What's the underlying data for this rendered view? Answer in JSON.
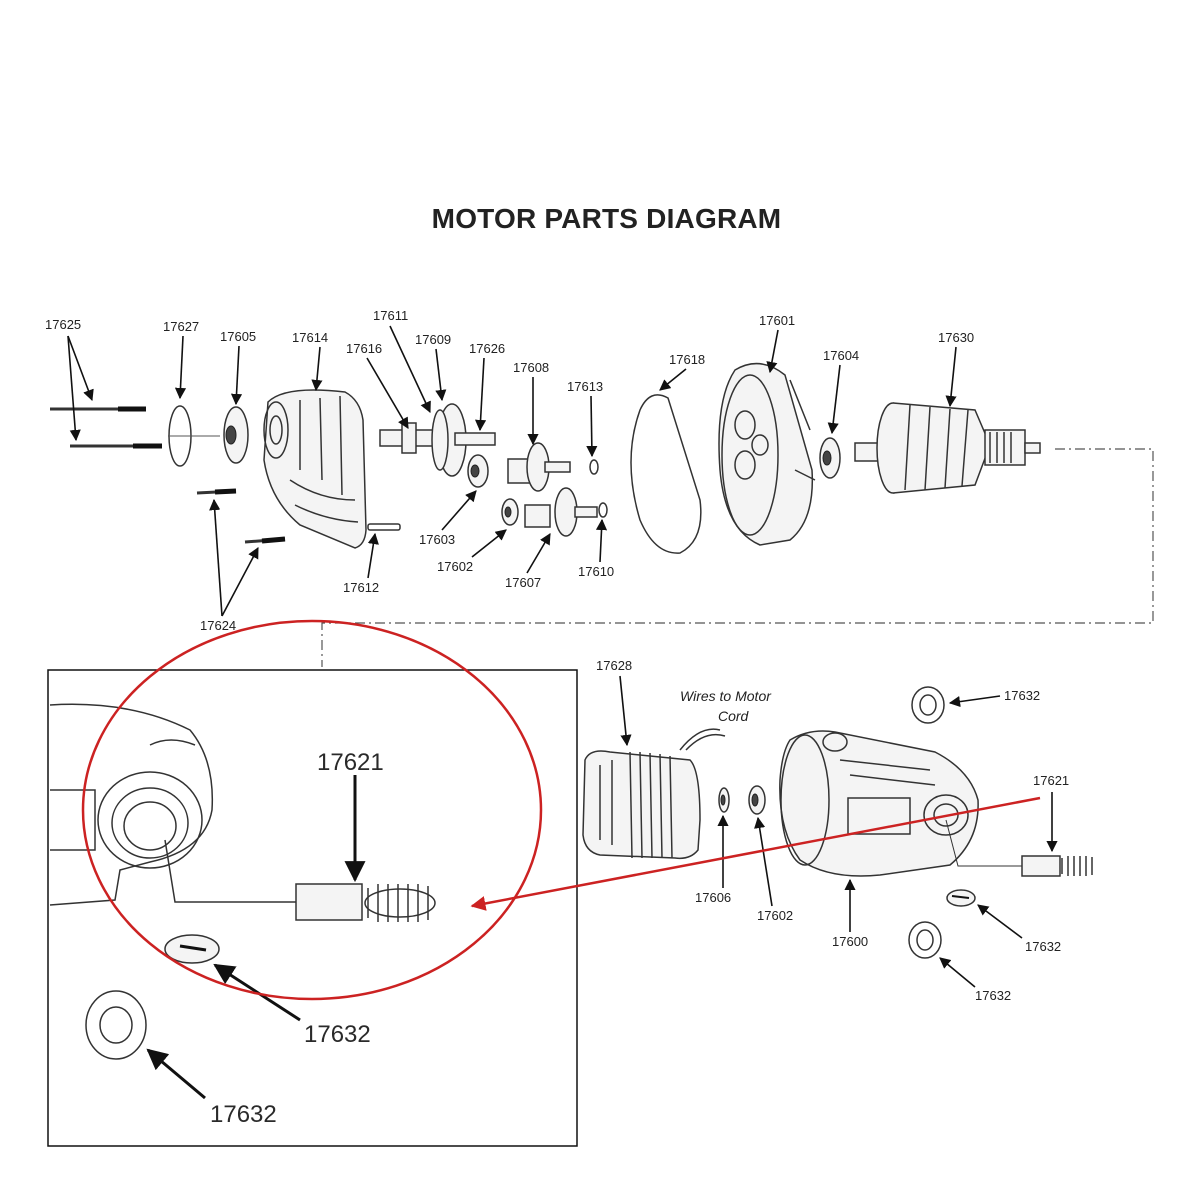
{
  "title": "MOTOR PARTS DIAGRAM",
  "note": {
    "line1": "Wires to Motor",
    "line2": "Cord"
  },
  "labels": {
    "p17625": "17625",
    "p17627": "17627",
    "p17605": "17605",
    "p17614": "17614",
    "p17611": "17611",
    "p17616": "17616",
    "p17609": "17609",
    "p17626": "17626",
    "p17608": "17608",
    "p17613": "17613",
    "p17618": "17618",
    "p17601": "17601",
    "p17604": "17604",
    "p17630": "17630",
    "p17603": "17603",
    "p17602a": "17602",
    "p17607": "17607",
    "p17610": "17610",
    "p17612": "17612",
    "p17624": "17624",
    "p17628": "17628",
    "p17632a": "17632",
    "p17621": "17621",
    "p17606": "17606",
    "p17602b": "17602",
    "p17600": "17600",
    "p17632b": "17632",
    "p17632c": "17632"
  },
  "inset": {
    "label_17621": "17621",
    "label_17632a": "17632",
    "label_17632b": "17632"
  },
  "colors": {
    "highlight": "#cc2222",
    "ink": "#222222"
  }
}
